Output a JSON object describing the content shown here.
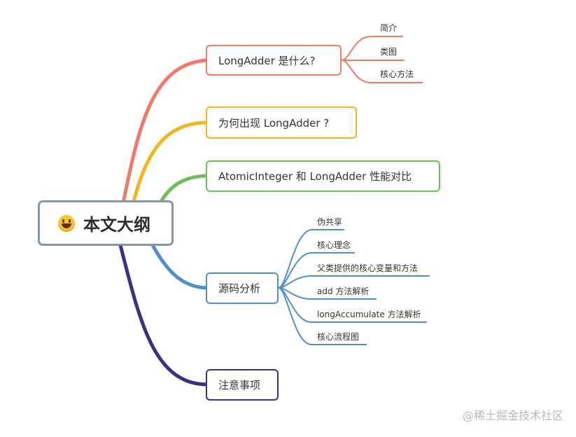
{
  "root": {
    "label": "本文大纲"
  },
  "colors": {
    "red": "#ef7a66",
    "yellow": "#f4b41c",
    "green": "#6cbf57",
    "blue": "#4f8fd1",
    "purple": "#3b2f86",
    "root_border": "#8a95a3"
  },
  "branches": [
    {
      "label": "LongAdder 是什么?",
      "children": [
        "简介",
        "类图",
        "核心方法"
      ]
    },
    {
      "label": "为何出现 LongAdder ?",
      "children": []
    },
    {
      "label": "AtomicInteger 和 LongAdder 性能对比",
      "children": []
    },
    {
      "label": "源码分析",
      "children": [
        "伪共享",
        "核心理念",
        "父类提供的核心变量和方法",
        "add 方法解析",
        "longAccumulate 方法解析",
        "核心流程图"
      ]
    },
    {
      "label": "注意事项",
      "children": []
    }
  ],
  "watermark": "@稀土掘金技术社区"
}
